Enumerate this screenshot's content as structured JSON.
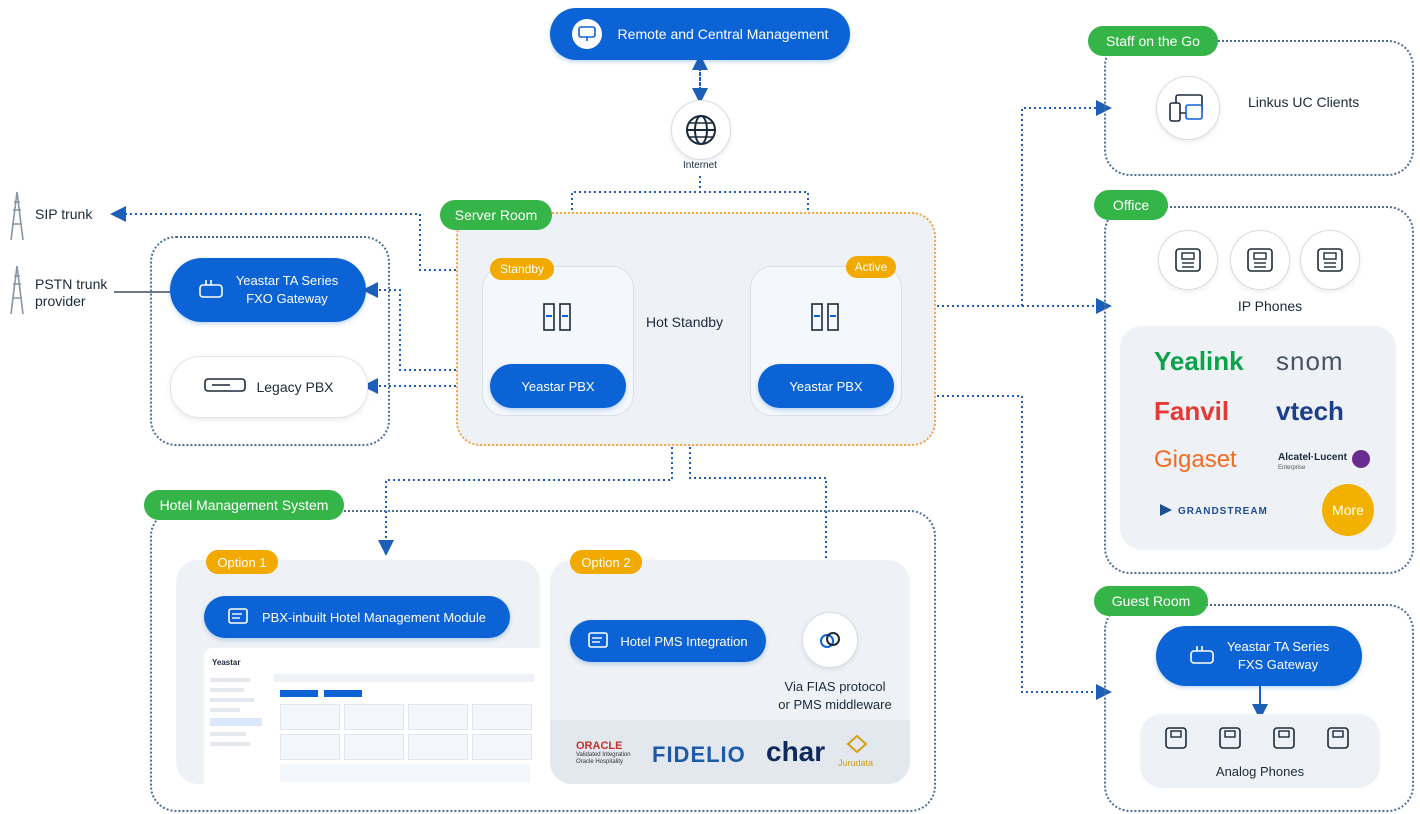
{
  "top": {
    "remote_management": "Remote and Central Management",
    "internet": "Internet"
  },
  "left": {
    "sip_trunk": "SIP trunk",
    "pstn_line1": "PSTN trunk",
    "pstn_line2": "provider",
    "fxo_line1": "Yeastar TA Series",
    "fxo_line2": "FXO Gateway",
    "legacy_pbx": "Legacy PBX"
  },
  "server_room": {
    "label": "Server Room",
    "standby": "Standby",
    "active": "Active",
    "pbx_left": "Yeastar PBX",
    "pbx_right": "Yeastar PBX",
    "hot_standby": "Hot Standby"
  },
  "hotel": {
    "label": "Hotel Management System",
    "option1": "Option 1",
    "option2": "Option 2",
    "module": "PBX-inbuilt Hotel Management Module",
    "pms": "Hotel PMS Integration",
    "via_line1": "Via FIAS protocol",
    "via_line2": "or PMS middleware",
    "partners": {
      "oracle": "ORACLE",
      "oracle_sub1": "Validated Integration",
      "oracle_sub2": "Oracle Hospitality",
      "fidelio": "FIDELIO",
      "char": "char",
      "jurudata": "Jurudata"
    },
    "screenshot": {
      "logo": "Yeastar"
    }
  },
  "staff": {
    "label": "Staff on the Go",
    "linkus": "Linkus UC Clients"
  },
  "office": {
    "label": "Office",
    "ip_phones": "IP Phones",
    "brands": {
      "yealink": "Yealink",
      "snom": "snom",
      "fanvil": "Fanvil",
      "vtech": "vtech",
      "gigaset": "Gigaset",
      "alcatel": "Alcatel·Lucent",
      "alcatel_sub": "Enterprise",
      "grandstream": "GRANDSTREAM",
      "more": "More"
    }
  },
  "guest": {
    "label": "Guest Room",
    "fxs_line1": "Yeastar TA Series",
    "fxs_line2": "FXS Gateway",
    "analog": "Analog Phones"
  },
  "colors": {
    "blue": "#0b63d6",
    "green": "#35b548",
    "orange": "#f2a900",
    "dotted": "#4f6f95"
  }
}
